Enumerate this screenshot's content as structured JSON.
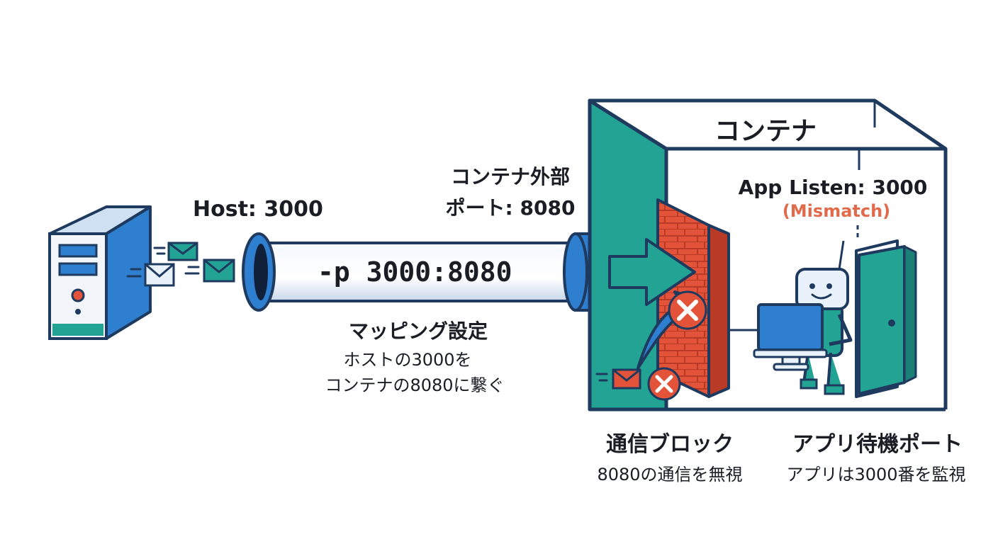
{
  "host": {
    "label": "Host: 3000"
  },
  "pipe": {
    "command": "-p 3000:8080",
    "title": "マッピング設定",
    "desc_line1": "ホストの3000を",
    "desc_line2": "コンテナの8080に繋ぐ"
  },
  "external_port": {
    "line1": "コンテナ外部",
    "line2": "ポート: 8080"
  },
  "container": {
    "title": "コンテナ",
    "app_listen": "App Listen: 3000",
    "mismatch": "(Mismatch)"
  },
  "captions": {
    "block_title": "通信ブロック",
    "block_desc": "8080の通信を無視",
    "app_title": "アプリ待機ポート",
    "app_desc": "アプリは3000番を監視"
  },
  "colors": {
    "outline": "#1f3a5f",
    "blue": "#2f7fd0",
    "teal": "#22a394",
    "red": "#e2533a",
    "mismatch": "#e06a4a",
    "text": "#1a1d24"
  }
}
